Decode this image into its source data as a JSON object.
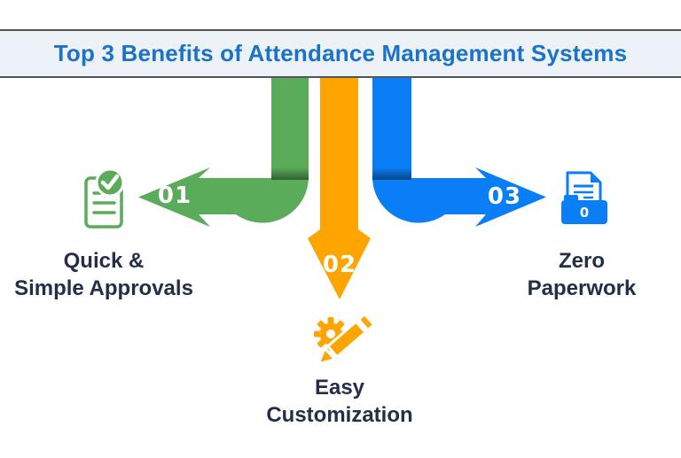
{
  "header": {
    "title": "Top 3 Benefits of Attendance Management Systems"
  },
  "benefits": [
    {
      "number": "01",
      "line1": "Quick &",
      "line2": "Simple Approvals",
      "icon": "approved-document-icon",
      "color": "#5aab5a",
      "arrow_direction": "left"
    },
    {
      "number": "02",
      "line1": "Easy",
      "line2": "Customization",
      "icon": "gear-pencil-icon",
      "color": "#ffa502",
      "arrow_direction": "down"
    },
    {
      "number": "03",
      "line1": "Zero",
      "line2": "Paperwork",
      "icon": "zero-paperwork-file-icon",
      "color": "#0a7ef6",
      "arrow_direction": "right"
    }
  ],
  "badges": {
    "zero_paperwork_count": "0"
  },
  "colors": {
    "header_background": "#edf2f9",
    "header_border": "#50555c",
    "title_blue": "#1a73c8",
    "label_navy": "#242e49",
    "green": "#5aab5a",
    "orange": "#ffa502",
    "blue": "#0a7ef6",
    "background": "#ffffff"
  }
}
